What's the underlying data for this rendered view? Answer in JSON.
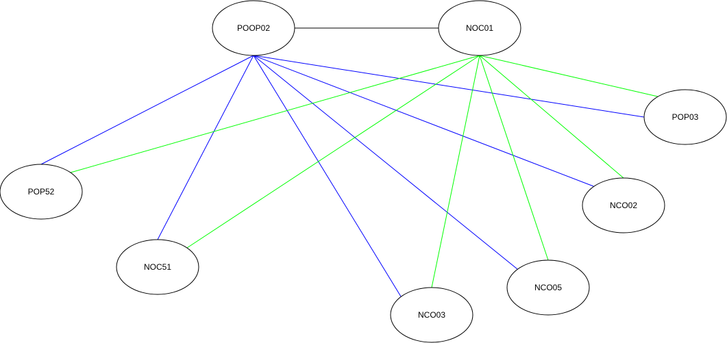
{
  "diagram": {
    "nodes": [
      {
        "id": "POOP02",
        "label": "POOP02"
      },
      {
        "id": "NOC01",
        "label": "NOC01"
      },
      {
        "id": "POP03",
        "label": "POP03"
      },
      {
        "id": "POP52",
        "label": "POP52"
      },
      {
        "id": "NCO02",
        "label": "NCO02"
      },
      {
        "id": "NOC51",
        "label": "NOC51"
      },
      {
        "id": "NCO05",
        "label": "NCO05"
      },
      {
        "id": "NCO03",
        "label": "NCO03"
      }
    ],
    "edges": [
      {
        "from": "POOP02",
        "to": "NOC01",
        "color": "#000000"
      },
      {
        "from": "POOP02",
        "to": "POP52",
        "color": "#0000ff"
      },
      {
        "from": "POOP02",
        "to": "NOC51",
        "color": "#0000ff"
      },
      {
        "from": "POOP02",
        "to": "NCO03",
        "color": "#0000ff"
      },
      {
        "from": "POOP02",
        "to": "NCO05",
        "color": "#0000ff"
      },
      {
        "from": "POOP02",
        "to": "NCO02",
        "color": "#0000ff"
      },
      {
        "from": "POOP02",
        "to": "POP03",
        "color": "#0000ff"
      },
      {
        "from": "NOC01",
        "to": "POP52",
        "color": "#00ff00"
      },
      {
        "from": "NOC01",
        "to": "NOC51",
        "color": "#00ff00"
      },
      {
        "from": "NOC01",
        "to": "NCO03",
        "color": "#00ff00"
      },
      {
        "from": "NOC01",
        "to": "NCO05",
        "color": "#00ff00"
      },
      {
        "from": "NOC01",
        "to": "NCO02",
        "color": "#00ff00"
      },
      {
        "from": "NOC01",
        "to": "POP03",
        "color": "#00ff00"
      }
    ]
  }
}
